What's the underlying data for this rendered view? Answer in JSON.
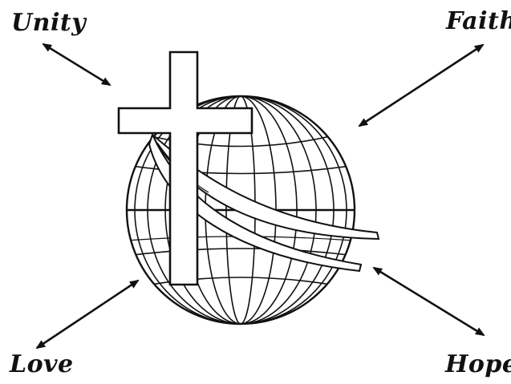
{
  "labels": {
    "unity": "Unity",
    "faith": "Faith",
    "love": "Love",
    "hope": "Hope"
  },
  "colors": {
    "ink": "#111111",
    "background": "#ffffff"
  },
  "icons": {
    "emblem": "cross-over-globe-icon",
    "arrows": "double-headed-arrow-icon"
  }
}
